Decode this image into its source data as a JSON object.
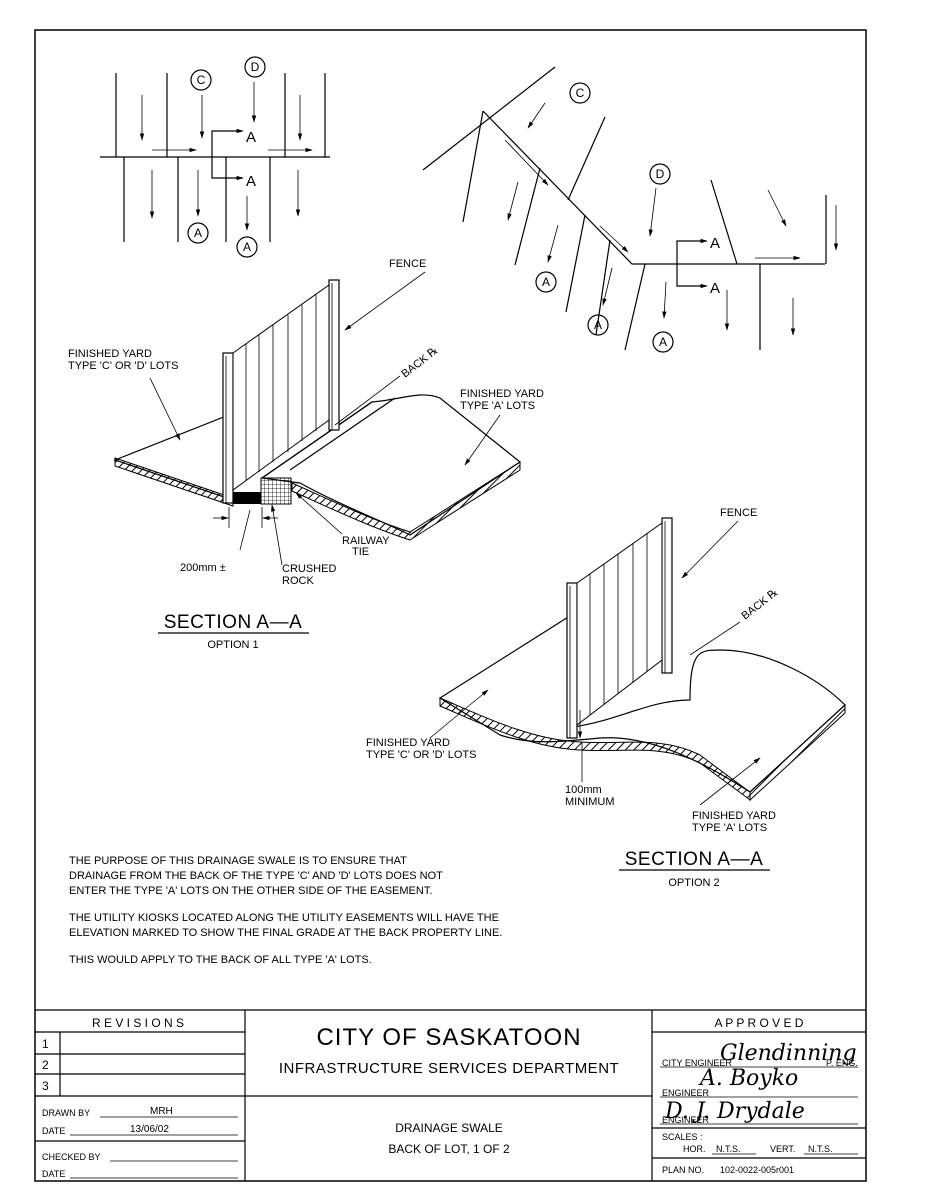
{
  "plan_views": {
    "left": {
      "labels": {
        "c": "C",
        "d": "D",
        "a1": "A",
        "a2": "A"
      },
      "section_marks": {
        "top": "A",
        "bottom": "A"
      }
    },
    "right": {
      "labels": {
        "c": "C",
        "d": "D",
        "a1": "A",
        "a2": "A",
        "a3": "A"
      },
      "section_marks": {
        "top": "A",
        "bottom": "A"
      }
    }
  },
  "option1": {
    "fence": "FENCE",
    "back_pl": "BACK ℞",
    "yard_cd_line1": "FINISHED YARD",
    "yard_cd_line2": "TYPE 'C' OR 'D' LOTS",
    "yard_a_line1": "FINISHED YARD",
    "yard_a_line2": "TYPE 'A' LOTS",
    "railway_line1": "RAILWAY",
    "railway_line2": "TIE",
    "crushed_line1": "CRUSHED",
    "crushed_line2": "ROCK",
    "dimension": "200mm ±",
    "title": "SECTION A—A",
    "subtitle": "OPTION 1"
  },
  "option2": {
    "fence": "FENCE",
    "back_pl": "BACK ℞",
    "yard_cd_line1": "FINISHED YARD",
    "yard_cd_line2": "TYPE 'C' OR 'D' LOTS",
    "yard_a_line1": "FINISHED YARD",
    "yard_a_line2": "TYPE 'A' LOTS",
    "min_line1": "100mm",
    "min_line2": "MINIMUM",
    "title": "SECTION A—A",
    "subtitle": "OPTION 2"
  },
  "notes": {
    "p1_l1": "THE PURPOSE OF THIS DRAINAGE SWALE IS TO ENSURE THAT",
    "p1_l2": "DRAINAGE FROM THE BACK OF THE TYPE 'C' AND 'D' LOTS DOES NOT",
    "p1_l3": "ENTER THE TYPE 'A' LOTS ON THE OTHER SIDE OF THE EASEMENT.",
    "p2_l1": "THE UTILITY KIOSKS LOCATED ALONG THE UTILITY EASEMENTS WILL HAVE THE",
    "p2_l2": "ELEVATION MARKED TO SHOW THE FINAL GRADE AT THE BACK PROPERTY LINE.",
    "p3_l1": "THIS WOULD APPLY TO THE BACK OF ALL TYPE 'A' LOTS."
  },
  "title_block": {
    "revisions": {
      "heading": "R E V I S I O N S",
      "rows": [
        "1",
        "2",
        "3"
      ]
    },
    "drawn_by_label": "DRAWN BY",
    "drawn_by": "MRH",
    "date_label": "DATE",
    "date": "13/06/02",
    "checked_by_label": "CHECKED BY",
    "date2_label": "DATE",
    "org": "CITY OF SASKATOON",
    "dept": "INFRASTRUCTURE SERVICES DEPARTMENT",
    "drawing_title_l1": "DRAINAGE SWALE",
    "drawing_title_l2": "BACK OF LOT, 1 OF 2",
    "approved": "A P P R O V E D",
    "city_engineer_label": "CITY ENGINEER",
    "p_eng": "P. ENG.",
    "engineer_label_1": "ENGINEER",
    "engineer_label_2": "ENGINEER",
    "sig_1": "Glendinning",
    "sig_2": "A. Boyko",
    "sig_3": "D. J. Drydale",
    "scales_label": "SCALES :",
    "scale_hor_label": "HOR.",
    "scale_hor": "N.T.S.",
    "scale_vert_label": "VERT.",
    "scale_vert": "N.T.S.",
    "plan_no_label": "PLAN NO.",
    "plan_no": "102-0022-005r001"
  }
}
